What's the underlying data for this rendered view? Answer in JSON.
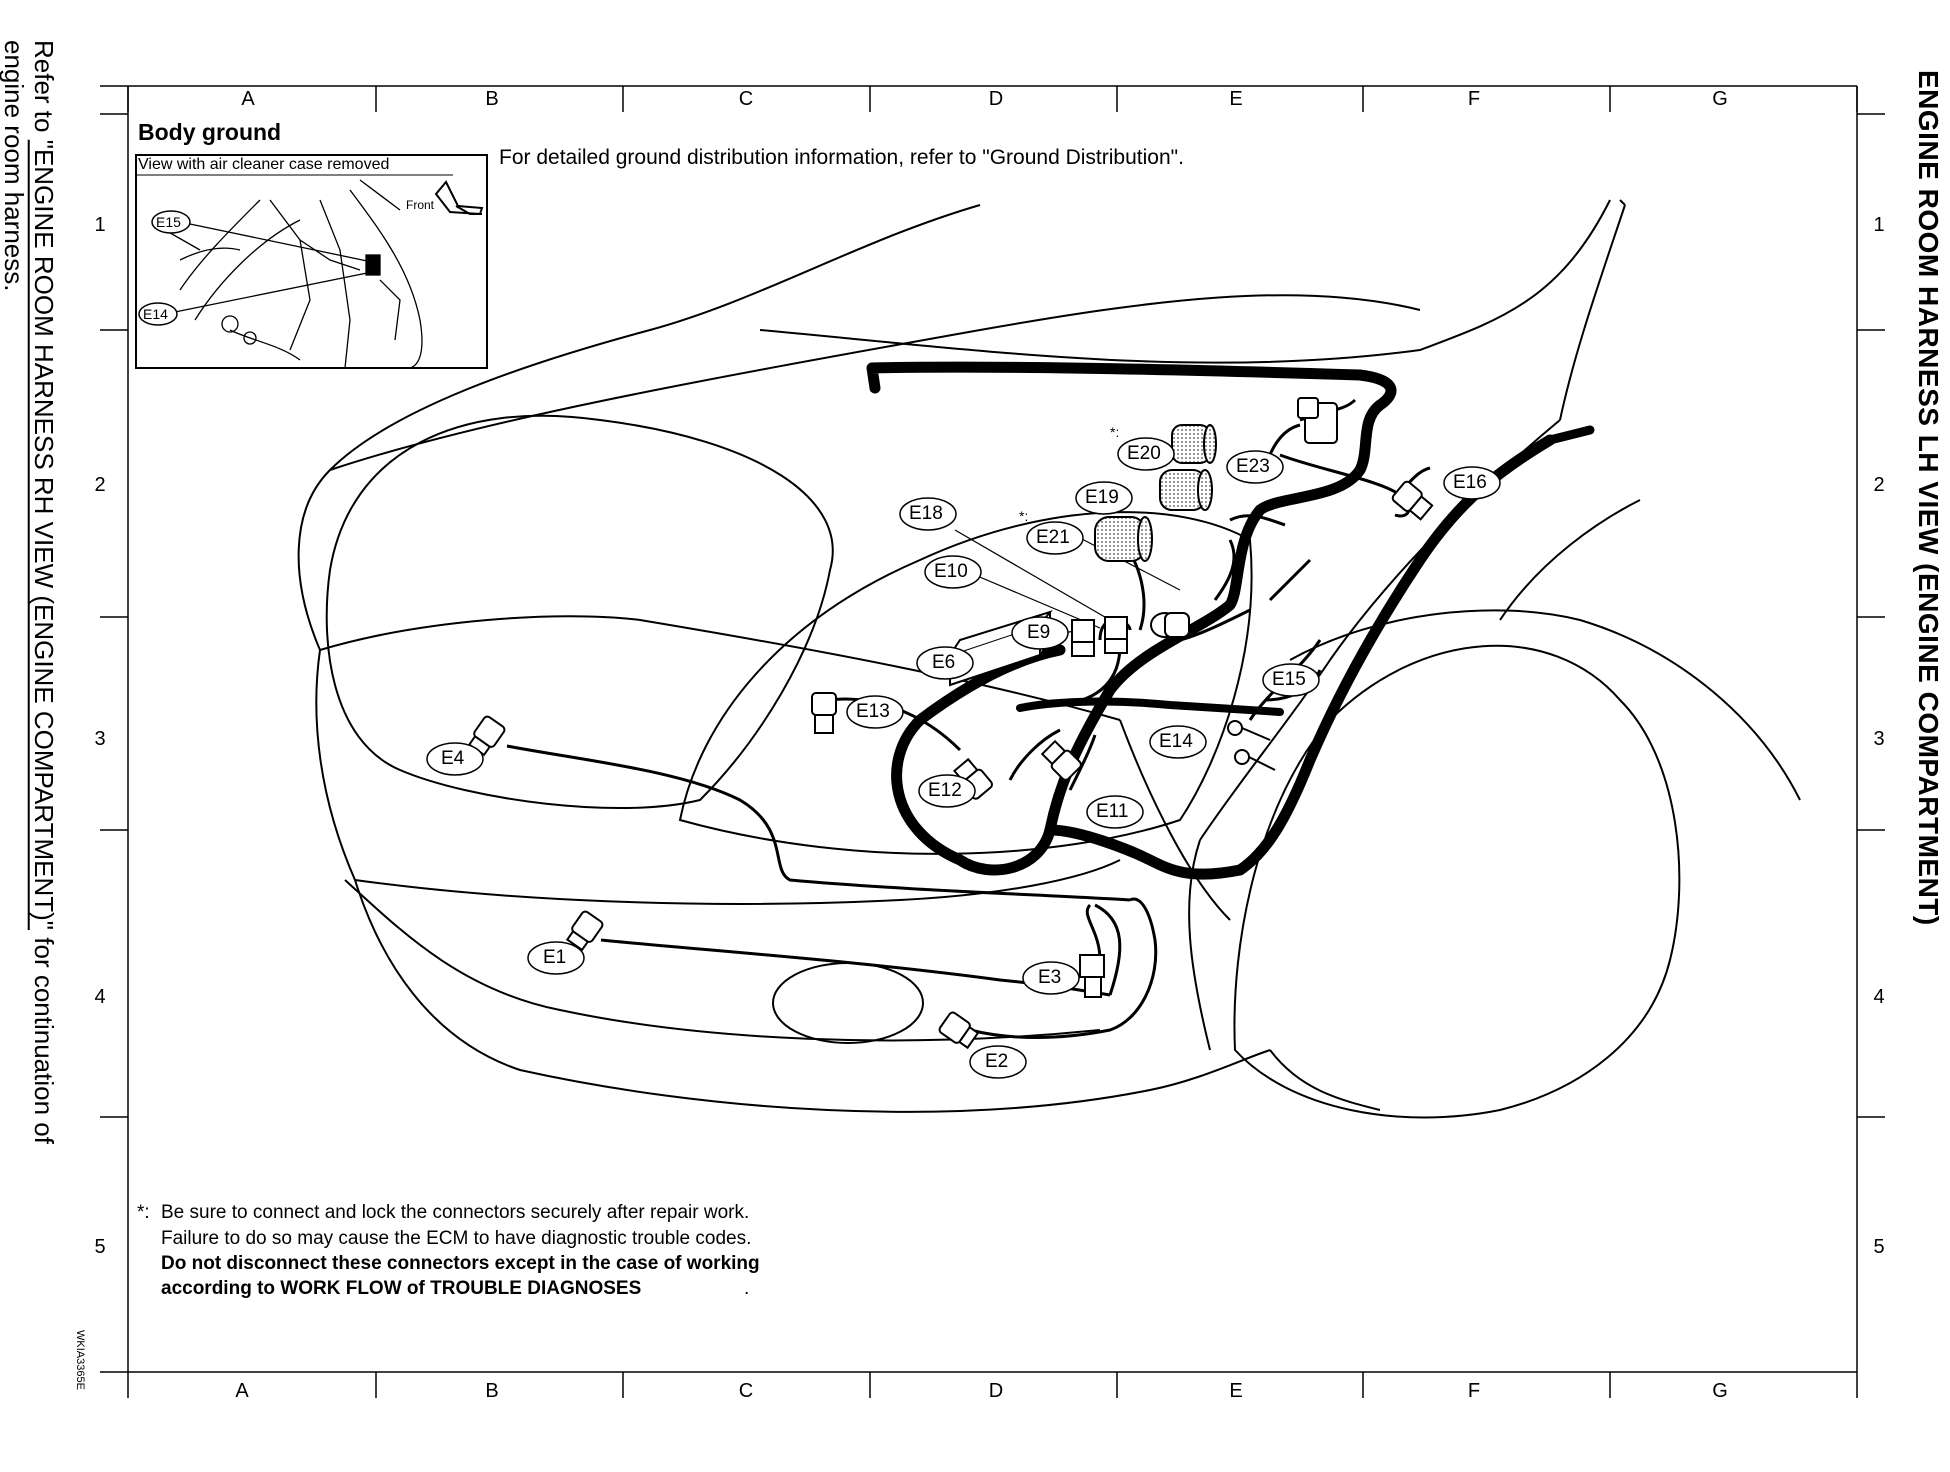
{
  "title": "ENGINE ROOM HARNESS LH VIEW (ENGINE COMPARTMENT)",
  "side_note": {
    "prefix": "Refer to ",
    "link": "\"ENGINE ROOM HARNESS RH VIEW (ENGINE COMPARTMENT)\"",
    "suffix": " for continuation of",
    "line2": "engine room harness."
  },
  "figure_code": "WKIA3365E",
  "grid": {
    "columns": [
      "A",
      "B",
      "C",
      "D",
      "E",
      "F",
      "G"
    ],
    "rows": [
      "1",
      "2",
      "3",
      "4",
      "5"
    ]
  },
  "body_ground": {
    "heading": "Body ground",
    "inset_caption": "View with air cleaner case removed",
    "front_label": "Front",
    "inset_connectors": [
      "E15",
      "E14"
    ]
  },
  "distribution_note": "For detailed ground distribution information, refer to \"Ground Distribution\".",
  "connectors": [
    "E1",
    "E2",
    "E3",
    "E4",
    "E6",
    "E9",
    "E10",
    "E11",
    "E12",
    "E13",
    "E14",
    "E15",
    "E16",
    "E18",
    "E19",
    "E20",
    "E21",
    "E23"
  ],
  "starred_connectors": [
    "E20",
    "E21"
  ],
  "notes": {
    "star": "*:",
    "line1": "Be sure to connect and lock the connectors securely after repair work.",
    "line2": "Failure to do so may cause the ECM to have diagnostic trouble codes.",
    "line3": "Do not disconnect these connectors except in the case of working",
    "line4": "according to WORK FLOW of TROUBLE DIAGNOSES",
    "line4_end": "."
  }
}
